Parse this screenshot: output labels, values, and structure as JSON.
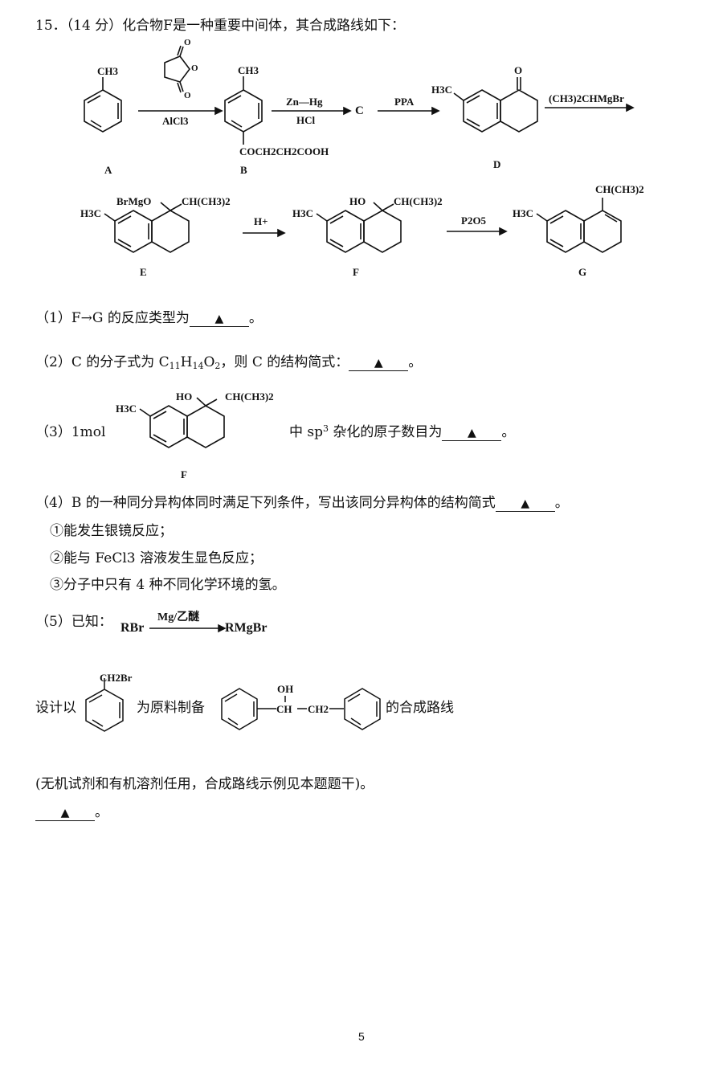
{
  "header": {
    "number": "15．",
    "score": "（14 分）",
    "intro": "化合物F是一种重要中间体，其合成路线如下："
  },
  "scheme": {
    "compound_labels": [
      "A",
      "B",
      "C",
      "D",
      "E",
      "F",
      "G"
    ],
    "step1_reagent": "AlCl3",
    "step2_reagent_top": "Zn—Hg",
    "step2_reagent_bottom": "HCl",
    "step3_reagent": "PPA",
    "step4_reagent": "(CH3)2CHMgBr",
    "step5_reagent": "H+",
    "step6_reagent": "P2O5",
    "group_ch3": "CH3",
    "group_h3c": "H3C",
    "group_side_chain_b": "COCH2CH2COOH",
    "group_brmgo": "BrMgO",
    "group_ho": "HO",
    "group_isopropyl": "CH(CH3)2",
    "atom_o": "O"
  },
  "questions": {
    "q1": {
      "label": "（1）",
      "text": "F→G 的反应类型为",
      "answer_mark": "▲",
      "end": "。"
    },
    "q2": {
      "label": "（2）",
      "text_a": "C 的分子式为 C",
      "sub1": "11",
      "text_b": "H",
      "sub2": "14",
      "text_c": "O",
      "sub3": "2",
      "text_d": "，则 C 的结构简式：",
      "answer_mark": "▲",
      "end": "。"
    },
    "q3": {
      "label": "（3）",
      "amount": "1mol",
      "structure_label": "F",
      "text_a": "中 sp",
      "sup": "3",
      "text_b": " 杂化的原子数目为",
      "answer_mark": "▲",
      "end": "。"
    },
    "q4": {
      "label": "（4）",
      "text": "B 的一种同分异构体同时满足下列条件，写出该同分异构体的结构简式",
      "answer_mark": "▲",
      "end": "。",
      "conditions": [
        "①能发生银镜反应；",
        "②能与 FeCl3 溶液发生显色反应；",
        "③分子中只有 4 种不同化学环境的氢。"
      ]
    },
    "q5": {
      "label": "（5）",
      "known": "已知：",
      "rbr": "RBr",
      "reagent": "Mg/乙醚",
      "product": "RMgBr",
      "design_a": "设计以",
      "start_group": "CH2Br",
      "design_b": "为原料制备",
      "oh": "OH",
      "ch": "CH",
      "ch2": "CH2",
      "design_c": "的合成路线",
      "note": "(无机试剂和有机溶剂任用，合成路线示例见本题题干)。",
      "answer_mark": "▲",
      "end": "。"
    }
  },
  "footer": {
    "page_number": "5"
  }
}
